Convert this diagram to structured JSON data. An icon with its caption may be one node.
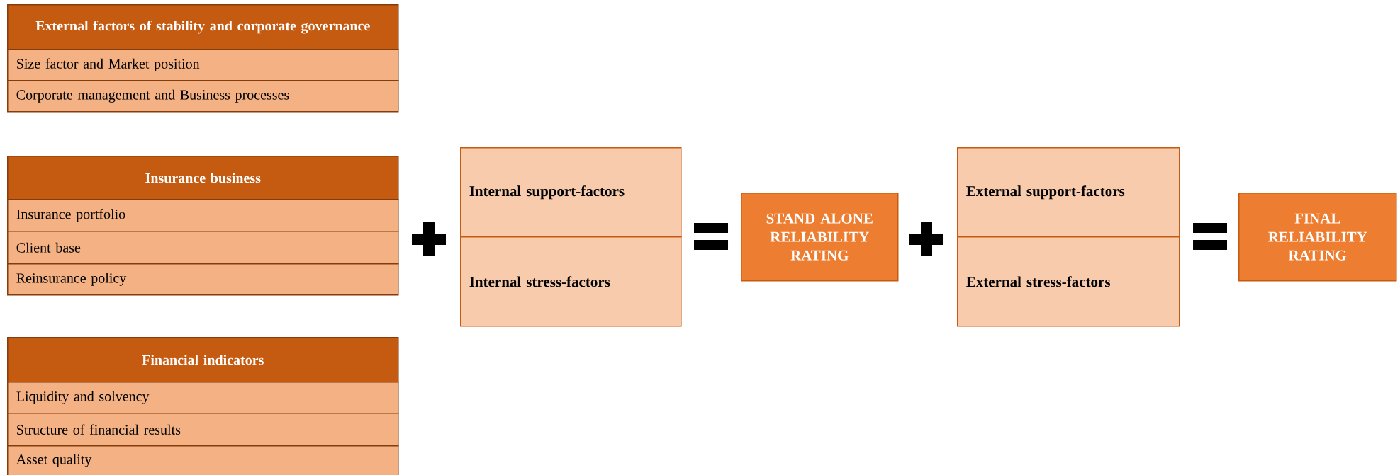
{
  "diagram": {
    "nodes": [
      {
        "text": [
          "External factors of stability and corporate governance"
        ]
      },
      {
        "text": [
          "Size factor and Market position"
        ]
      },
      {
        "text": [
          "Corporate management and Business processes"
        ]
      },
      {
        "text": [
          "Insurance business"
        ]
      },
      {
        "text": [
          "Insurance portfolio"
        ]
      },
      {
        "text": [
          "Client base"
        ]
      },
      {
        "text": [
          "Reinsurance policy"
        ]
      },
      {
        "text": [
          "Financial indicators"
        ]
      },
      {
        "text": [
          "Liquidity and solvency"
        ]
      },
      {
        "text": [
          "Structure of financial results"
        ]
      },
      {
        "text": [
          "Asset quality"
        ]
      },
      {
        "text": [
          "Internal support-factors"
        ]
      },
      {
        "text": [
          "Internal stress-factors"
        ]
      },
      {
        "text": [
          "STAND ALONE RELIABILITY RATING"
        ]
      },
      {
        "text": [
          "External support-factors"
        ]
      },
      {
        "text": [
          "External stress-factors"
        ]
      },
      {
        "text": [
          "FINAL RELIABILITY RATING"
        ]
      }
    ]
  }
}
